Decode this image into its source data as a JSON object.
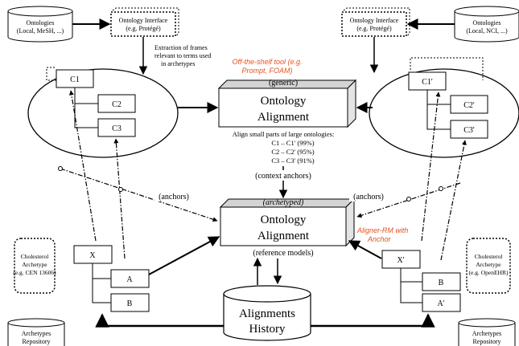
{
  "colors": {
    "line": "#000000",
    "box_side": "#e4e4e4",
    "box_top": "#d4d4d4",
    "note": "#e8501e"
  },
  "ontologies_left": {
    "line1": "Ontologies",
    "line2": "(Local, MeSH, ...)"
  },
  "ontologies_right": {
    "line1": "Ontologies",
    "line2": "(Local, NCI, ...)"
  },
  "interface_left": {
    "line1": "Ontology Interface",
    "line2": "(e.g. Protégé)"
  },
  "interface_right": {
    "line1": "Ontology Interface",
    "line2": "(e.g. Protégé)"
  },
  "extraction_note": {
    "line1": "Extraction of frames",
    "line2": "relevant to terms used",
    "line3": "in archetypes"
  },
  "tool_note": {
    "line1": "Off-the-shelf tool (e.g.",
    "line2": "Prompt, FOAM)"
  },
  "alignment_top": {
    "qualifier": "(generic)",
    "line1": "Ontology",
    "line2": "Alignment"
  },
  "align_note": {
    "heading": "Align small parts of large ontologies:",
    "rows": [
      "C1 – C1'  (99%)",
      "C2 – C2'  (95%)",
      "C3 – C3'  (91%)"
    ]
  },
  "context_anchors": "(context  anchors)",
  "anchors_left": "(anchors)",
  "anchors_right": "(anchors)",
  "alignment_bottom": {
    "qualifier": "(archetyped)",
    "line1": "Ontology",
    "line2": "Alignment",
    "sub": "(reference models)"
  },
  "aligner_note": {
    "line1": "Aligner-RM with",
    "line2": "Anchor"
  },
  "concepts_left": [
    "C1",
    "C2",
    "C3"
  ],
  "concepts_right": [
    "C1'",
    "C2'",
    "C3'"
  ],
  "archetype_left": {
    "line1": "Cholesterol",
    "line2": "Archetype",
    "line3": "(e.g. CEN 13606)"
  },
  "archetype_right": {
    "line1": "Cholesterol",
    "line2": "Archetype",
    "line3": "(e.g. OpenEHR)"
  },
  "nodes_left": [
    "X",
    "A",
    "B"
  ],
  "nodes_right": [
    "X'",
    "B",
    "A'"
  ],
  "repo_left": {
    "line1": "Archetypes",
    "line2": "Repository"
  },
  "repo_right": {
    "line1": "Archetypes",
    "line2": "Repository"
  },
  "history": {
    "line1": "Alignments",
    "line2": "History"
  }
}
